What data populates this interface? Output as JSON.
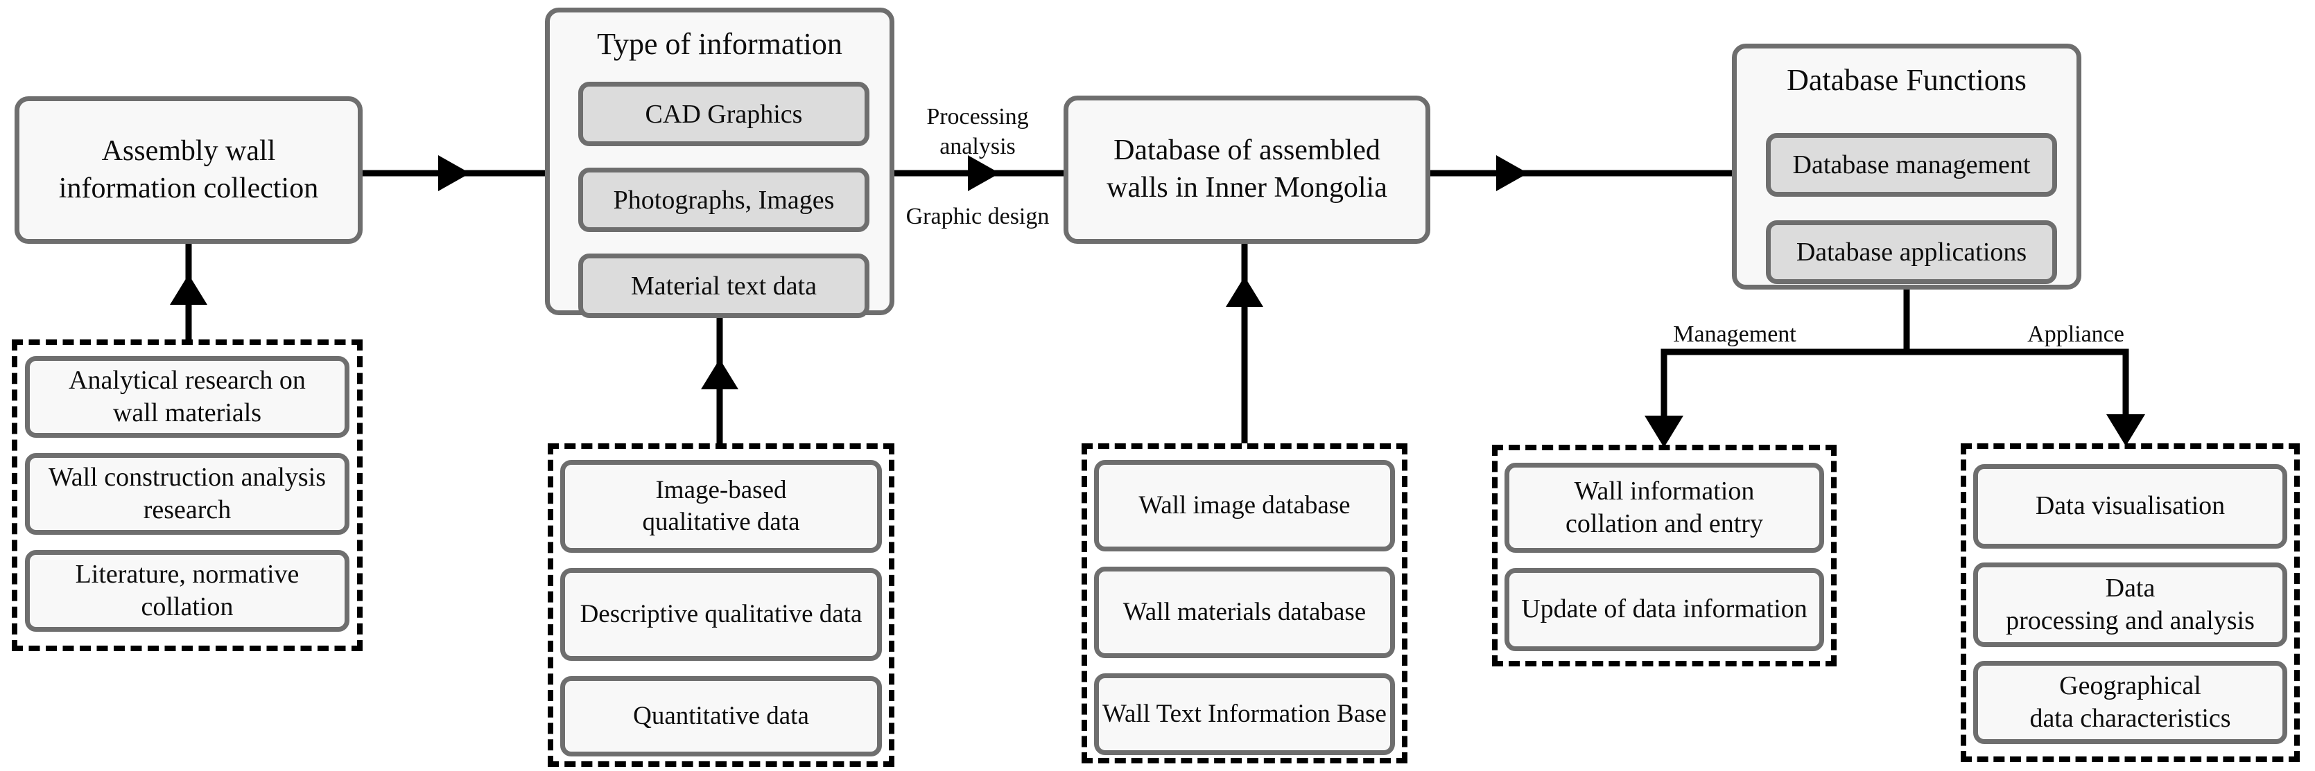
{
  "colors": {
    "box_border": "#6e6e6e",
    "box_fill": "#f8f8f8",
    "gray_item_fill": "#dcdcdc",
    "dashed_border": "#000000",
    "connector": "#000000",
    "text": "#0d0d0d"
  },
  "nodes": {
    "assembly": {
      "label": "Assembly wall\ninformation collection"
    },
    "type_of_information": {
      "title": "Type of information",
      "items": [
        "CAD Graphics",
        "Photographs, Images",
        "Material text data"
      ]
    },
    "database": {
      "label": "Database of assembled\nwalls in Inner Mongolia"
    },
    "database_functions": {
      "title": "Database Functions",
      "items": [
        "Database management",
        "Database applications"
      ]
    }
  },
  "groups": {
    "research_sources": {
      "items": [
        "Analytical research on\nwall materials",
        "Wall construction analysis\nresearch",
        "Literature, normative\ncollation"
      ]
    },
    "data_types": {
      "items": [
        "Image-based\nqualitative data",
        "Descriptive qualitative data",
        "Quantitative data"
      ]
    },
    "sub_databases": {
      "items": [
        "Wall image database",
        "Wall materials database",
        "Wall Text Information Base"
      ]
    },
    "management_functions": {
      "items": [
        "Wall information\ncollation and entry",
        "Update of data information"
      ]
    },
    "appliance_functions": {
      "items": [
        "Data visualisation",
        "Data\nprocessing and analysis",
        "Geographical\ndata characteristics"
      ]
    }
  },
  "edge_labels": {
    "processing_analysis": "Processing\nanalysis",
    "graphic_design": "Graphic design",
    "management": "Management",
    "appliance": "Appliance"
  }
}
